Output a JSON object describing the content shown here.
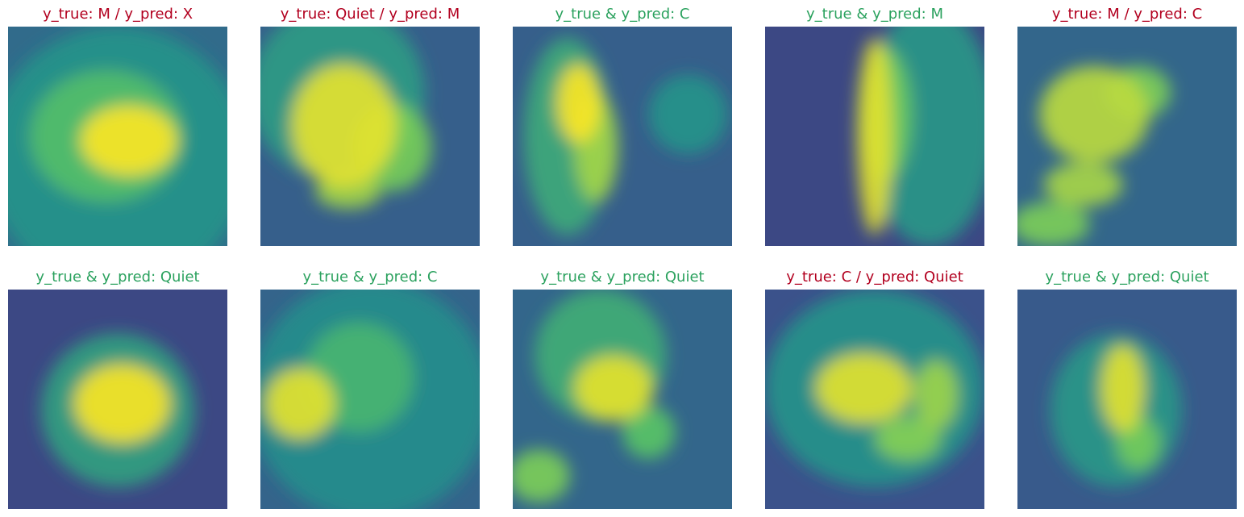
{
  "colors": {
    "correct": "#2ca25f",
    "incorrect": "#b2001f",
    "viridis_dark": "#440154",
    "viridis_mid": "#21918c",
    "viridis_bright": "#fde725"
  },
  "panels": [
    {
      "title": "y_true: M / y_pred: X",
      "correct": false
    },
    {
      "title": "y_true: Quiet / y_pred: M",
      "correct": false
    },
    {
      "title": "y_true & y_pred: C",
      "correct": true
    },
    {
      "title": "y_true & y_pred: M",
      "correct": true
    },
    {
      "title": "y_true: M / y_pred: C",
      "correct": false
    },
    {
      "title": "y_true & y_pred: Quiet",
      "correct": true
    },
    {
      "title": "y_true & y_pred: C",
      "correct": true
    },
    {
      "title": "y_true & y_pred: Quiet",
      "correct": true
    },
    {
      "title": "y_true: C / y_pred: Quiet",
      "correct": false
    },
    {
      "title": "y_true & y_pred: Quiet",
      "correct": true
    }
  ]
}
